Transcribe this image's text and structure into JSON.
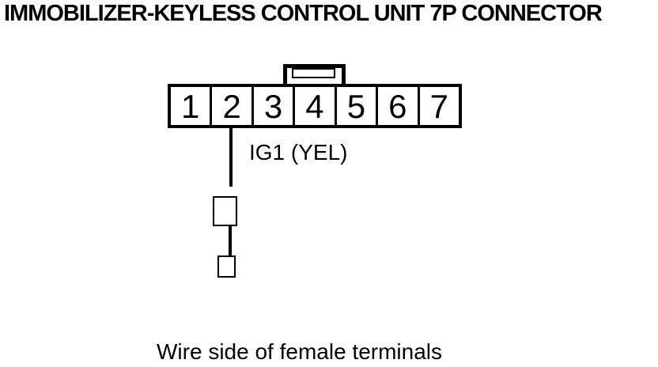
{
  "title": "IMMOBILIZER-KEYLESS CONTROL UNIT 7P CONNECTOR",
  "connector": {
    "pins": [
      "1",
      "2",
      "3",
      "4",
      "5",
      "6",
      "7"
    ],
    "wire_pin": "2",
    "wire_label": "IG1 (YEL)"
  },
  "caption": "Wire side of female terminals",
  "colors": {
    "ink": "#000000",
    "background": "#ffffff"
  }
}
